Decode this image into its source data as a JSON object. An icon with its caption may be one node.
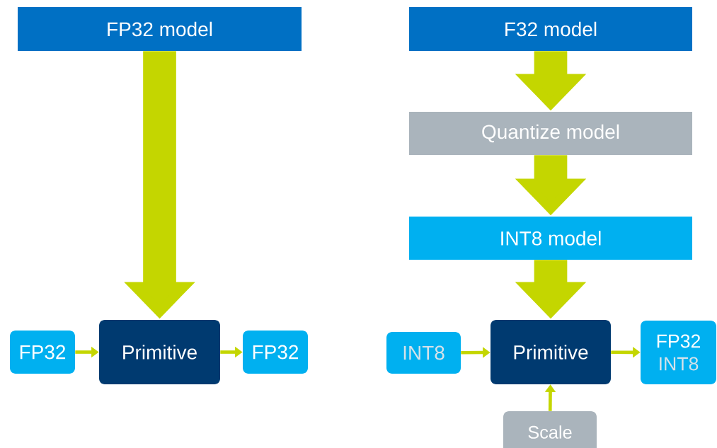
{
  "diagram": {
    "nodes": [
      {
        "text": [
          "FP32 model"
        ]
      },
      {
        "text": [
          "FP32"
        ]
      },
      {
        "text": [
          "Primitive"
        ]
      },
      {
        "text": [
          "FP32"
        ]
      },
      {
        "text": [
          "F32 model"
        ]
      },
      {
        "text": [
          "Quantize model"
        ]
      },
      {
        "text": [
          "INT8 model"
        ]
      },
      {
        "text": [
          "INT8"
        ]
      },
      {
        "text": [
          "Primitive"
        ]
      },
      {
        "text": [
          "FP32",
          "INT8"
        ]
      },
      {
        "text": [
          "Scale"
        ]
      }
    ],
    "edges": [
      {
        "from": 0,
        "to": 2,
        "arrow": "to",
        "style": "thick"
      },
      {
        "from": 1,
        "to": 2,
        "arrow": "to"
      },
      {
        "from": 2,
        "to": 3,
        "arrow": "to"
      },
      {
        "from": 4,
        "to": 5,
        "arrow": "to",
        "style": "thick"
      },
      {
        "from": 5,
        "to": 6,
        "arrow": "to",
        "style": "thick"
      },
      {
        "from": 6,
        "to": 8,
        "arrow": "to",
        "style": "thick"
      },
      {
        "from": 7,
        "to": 8,
        "arrow": "to"
      },
      {
        "from": 8,
        "to": 9,
        "arrow": "to"
      },
      {
        "from": 10,
        "to": 8,
        "arrow": "to"
      }
    ]
  }
}
